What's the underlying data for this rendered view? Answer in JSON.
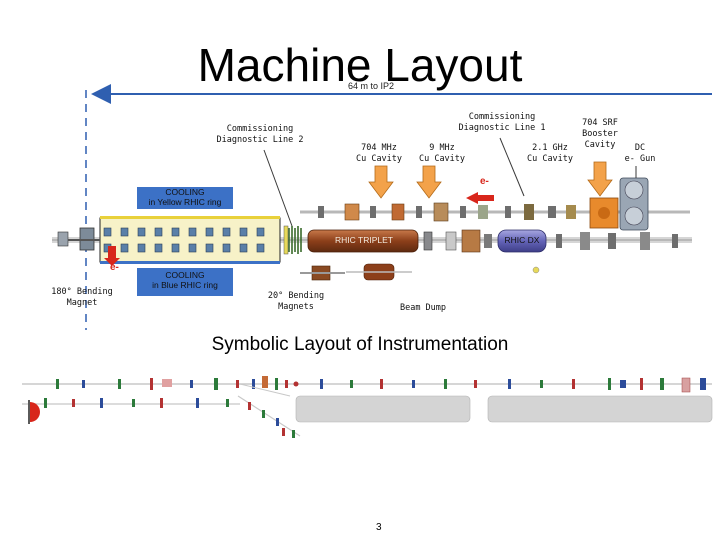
{
  "slide": {
    "title": "Machine Layout",
    "distance_note": "64 m to IP2",
    "subtitle": "Symbolic Layout of Instrumentation",
    "page_number": "3"
  },
  "labels": {
    "commissioning_line_2": [
      "Commissioning",
      "Diagnostic Line 2"
    ],
    "commissioning_line_1": [
      "Commissioning",
      "Diagnostic Line 1"
    ],
    "cavity_704": [
      "704 MHz",
      "Cu Cavity"
    ],
    "cavity_9": [
      "9 MHz",
      "Cu Cavity"
    ],
    "cavity_21": [
      "2.1 GHz",
      "Cu Cavity"
    ],
    "srf_704": [
      "704 SRF",
      "Booster",
      "Cavity"
    ],
    "dc_gun": [
      "DC",
      "e- Gun"
    ],
    "cooling_yellow": [
      "COOLING",
      "in Yellow RHIC ring"
    ],
    "cooling_blue": [
      "COOLING",
      "in Blue RHIC ring"
    ],
    "bending_180": [
      "180° Bending",
      "Magnet"
    ],
    "bending_20": [
      "20° Bending",
      "Magnets"
    ],
    "beam_dump": "Beam Dump",
    "rhic_triplet": "RHIC TRIPLET",
    "rhic_dx": "RHIC DX",
    "electron_top": "e-",
    "electron_left": "e-"
  },
  "colors": {
    "arrow_blue": "#2f5fb0",
    "cooling_blue": "#3c71c6",
    "electron_red": "#d8261b",
    "cavity_orange": "#f3a24a",
    "triplet_brown": "#a0522d",
    "dx_purple": "#6a6ab4"
  }
}
